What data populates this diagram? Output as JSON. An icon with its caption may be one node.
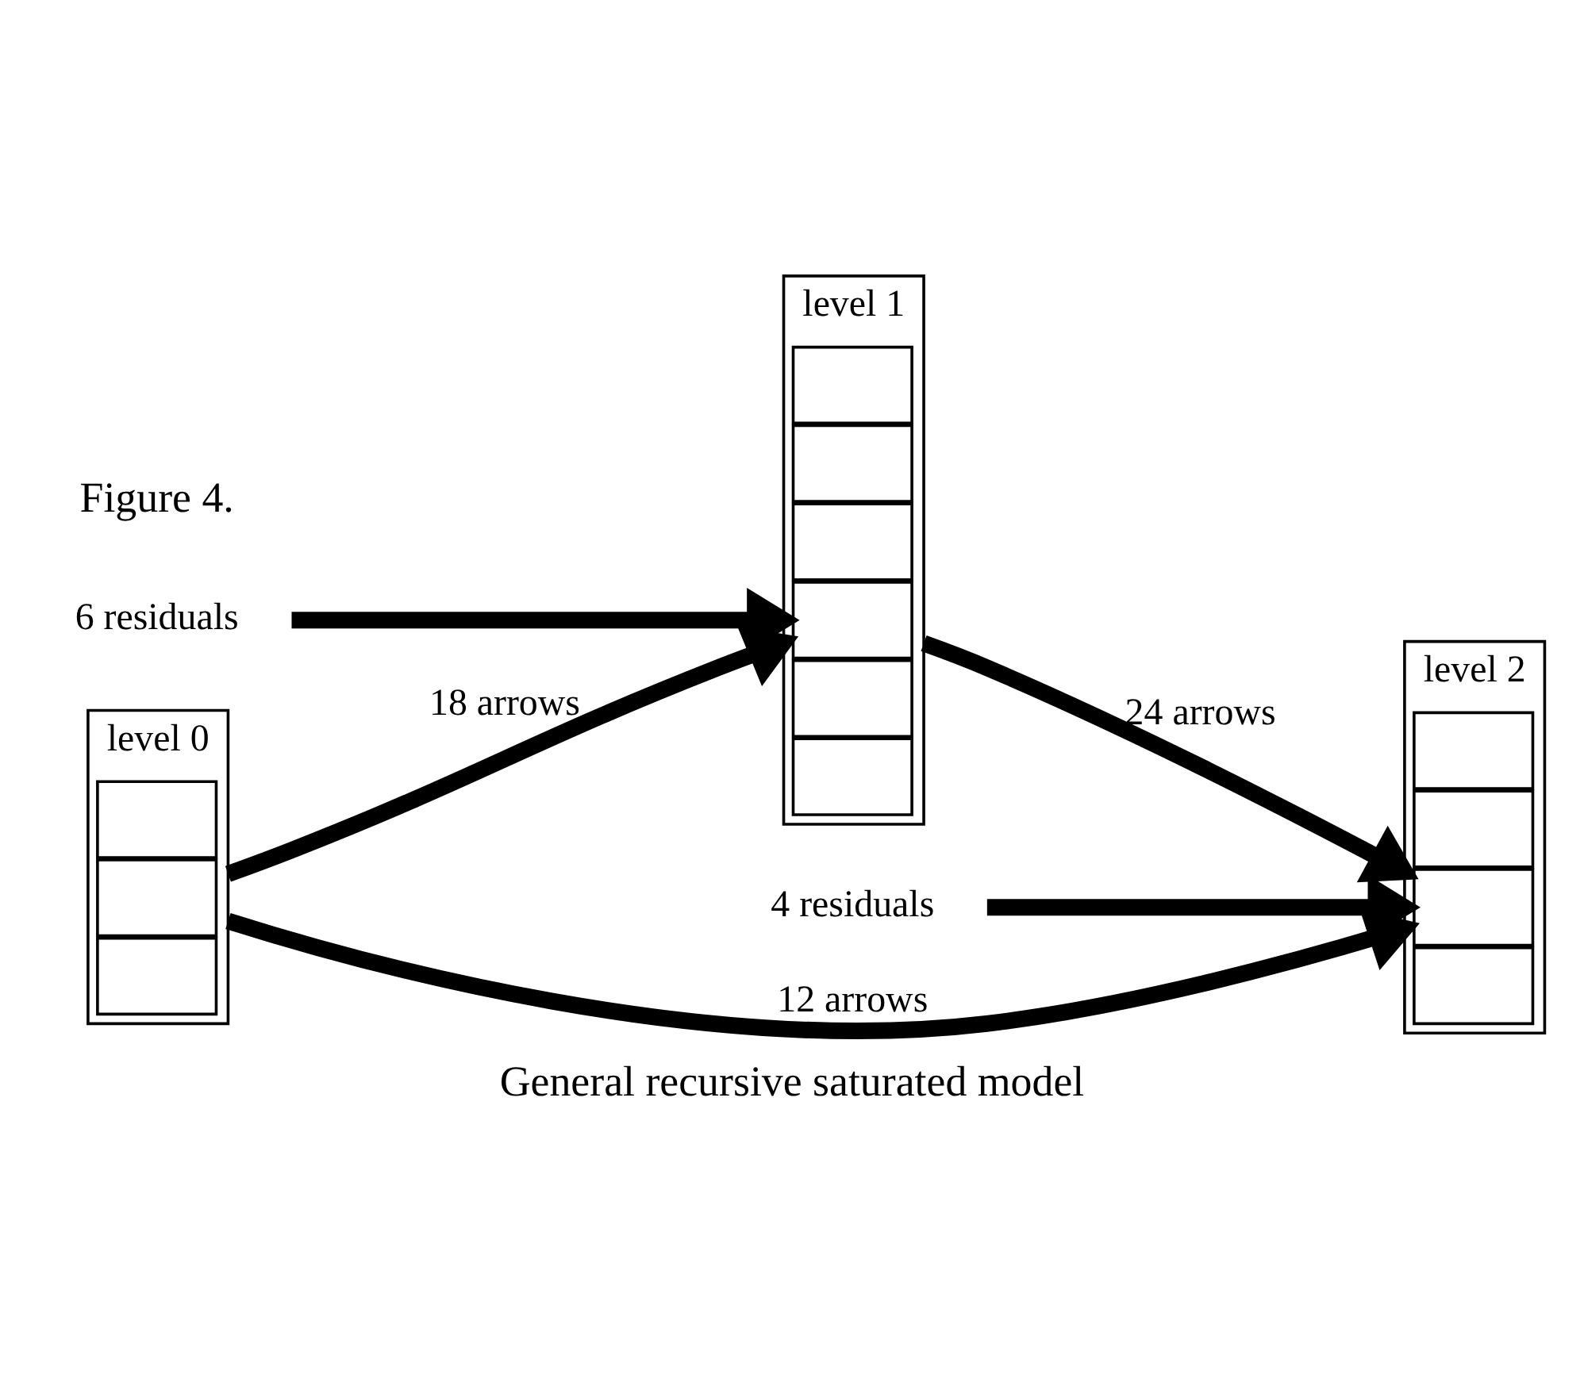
{
  "diagram": {
    "caption": "General recursive saturated model",
    "nodes": [
      {
        "text": [
          "6 residuals"
        ]
      },
      {
        "text": [
          "4 residuals"
        ]
      },
      {
        "text": [
          "level 0"
        ]
      },
      {
        "text": [],
        "shape": "box",
        "in": 2
      },
      {
        "text": [],
        "shape": "box",
        "in": 2
      },
      {
        "text": [],
        "shape": "box",
        "in": 2
      },
      {
        "text": [
          "level 1"
        ]
      },
      {
        "text": [],
        "shape": "box",
        "in": 6
      },
      {
        "text": [],
        "shape": "box",
        "in": 6
      },
      {
        "text": [],
        "shape": "box",
        "in": 6
      },
      {
        "text": [],
        "shape": "box",
        "in": 6
      },
      {
        "text": [],
        "shape": "box",
        "in": 6
      },
      {
        "text": [],
        "shape": "box",
        "in": 6
      },
      {
        "text": [
          "level 2"
        ]
      },
      {
        "text": [],
        "shape": "box",
        "in": 13
      },
      {
        "text": [],
        "shape": "box",
        "in": 13
      },
      {
        "text": [],
        "shape": "box",
        "in": 13
      },
      {
        "text": [],
        "shape": "box",
        "in": 13
      }
    ],
    "edges": [
      {
        "from": 0,
        "to": 6,
        "arrow": "to"
      },
      {
        "from": 1,
        "to": 13,
        "arrow": "to"
      },
      {
        "from": 2,
        "to": 6,
        "arrow": "to",
        "label": "18 arrows"
      },
      {
        "from": 6,
        "to": 13,
        "arrow": "to",
        "label": "24 arrows"
      },
      {
        "from": 2,
        "to": 13,
        "arrow": "to",
        "label": "12 arrows"
      }
    ],
    "labels": [
      "Figure 4."
    ]
  }
}
